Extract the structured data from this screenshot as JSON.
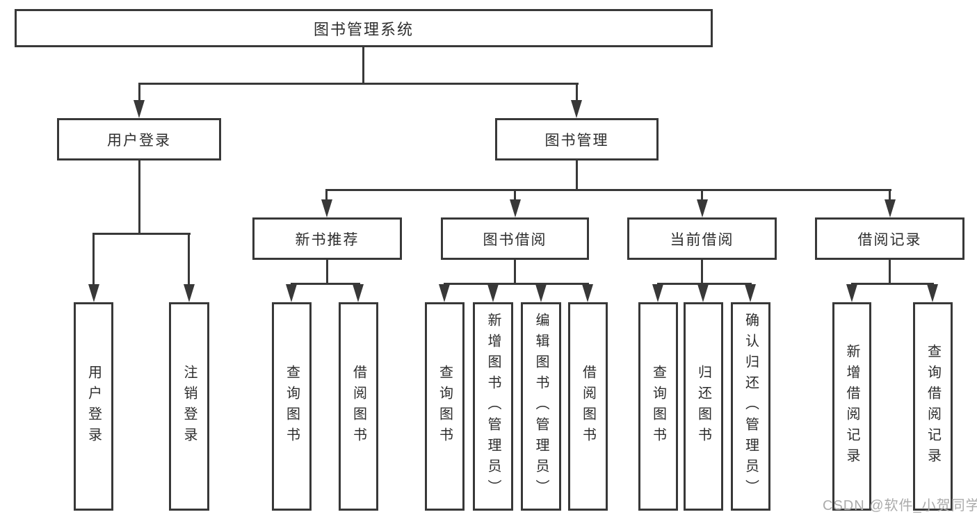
{
  "title": "图书管理系统",
  "branches": {
    "user": {
      "label": "用户登录",
      "leaves": [
        "用户登录",
        "注销登录"
      ]
    },
    "mgmt": {
      "label": "图书管理"
    },
    "recommend": {
      "label": "新书推荐",
      "leaves": [
        "查询图书",
        "借阅图书"
      ]
    },
    "borrow": {
      "label": "图书借阅",
      "leaves": [
        "查询图书",
        "新增图书（管理员）",
        "编辑图书（管理员）",
        "借阅图书"
      ]
    },
    "current": {
      "label": "当前借阅",
      "leaves": [
        "查询图书",
        "归还图书",
        "确认归还（管理员）"
      ]
    },
    "records": {
      "label": "借阅记录",
      "leaves": [
        "新增借阅记录",
        "查询借阅记录"
      ]
    }
  },
  "watermark": "CSDN @软件_小贺同学",
  "colors": {
    "line": "#383838",
    "text": "#2d2d2d",
    "watermark": "#ababab",
    "background": "#ffffff"
  }
}
